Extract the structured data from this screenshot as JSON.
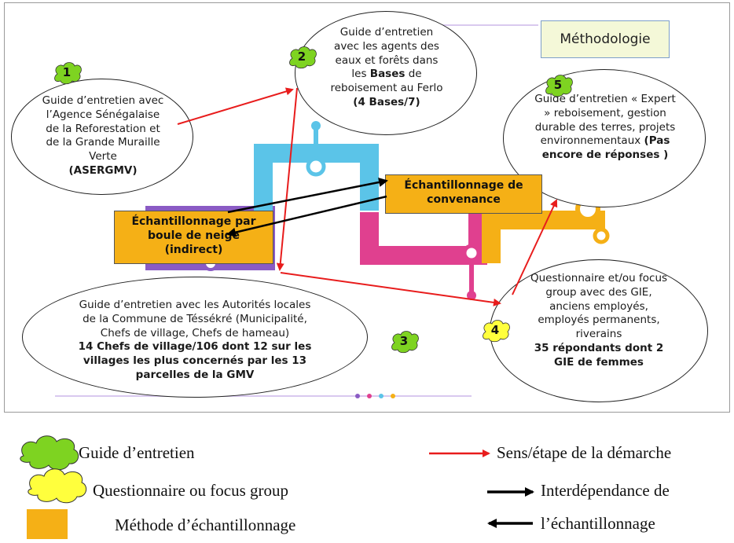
{
  "title": "Méthodologie",
  "colors": {
    "guide_cloud": "#7ed321",
    "questionnaire_cloud": "#ffff3d",
    "sampling_box": "#f5b016",
    "step_arrow": "#e81c1c",
    "interdependence_arrow": "#000000",
    "pipe_blue": "#5bc4e8",
    "pipe_pink": "#e0408f",
    "pipe_purple": "#8a5bc4",
    "pipe_orange": "#f5b016"
  },
  "steps": {
    "s1": {
      "number": "1",
      "text": "Guide d’entretien avec l’Agence Sénégalaise de la Reforestation et de la Grande Muraille Verte",
      "bold": "(ASERGMV)"
    },
    "s2": {
      "number": "2",
      "line1": "Guide d’entretien avec les agents des eaux et forêts dans les ",
      "bases_word": "Bases",
      "line2": " de reboisement au Ferlo",
      "bold": "(4 Bases/7)"
    },
    "s3": {
      "number": "3",
      "text": "Guide d’entretien avec les Autorités locales de la Commune de Téssékré (Municipalité, Chefs de village, Chefs de hameau)",
      "bold": "14 Chefs de village/106 dont 12 sur les villages les plus concernés par les 13 parcelles de la GMV"
    },
    "s4": {
      "number": "4",
      "text": "Questionnaire et/ou focus group avec des GIE, anciens employés, employés permanents, riverains",
      "bold": "35 répondants dont 2 GIE de femmes"
    },
    "s5": {
      "number": "5",
      "text": "Guide d’entretien « Expert » reboisement, gestion durable des terres, projets environnementaux",
      "bold": "(Pas encore de réponses )"
    }
  },
  "sampling": {
    "snowball": "Échantillonnage par boule de neige (indirect)",
    "convenience": "Échantillonnage de convenance"
  },
  "legend": {
    "guide": "Guide d’entretien",
    "questionnaire": "Questionnaire ou focus group",
    "sampling": "Méthode d’échantillonnage",
    "step_direction": "Sens/étape de la démarche",
    "interdependence_1": "Interdépendance de",
    "interdependence_2": "l’échantillonnage"
  }
}
